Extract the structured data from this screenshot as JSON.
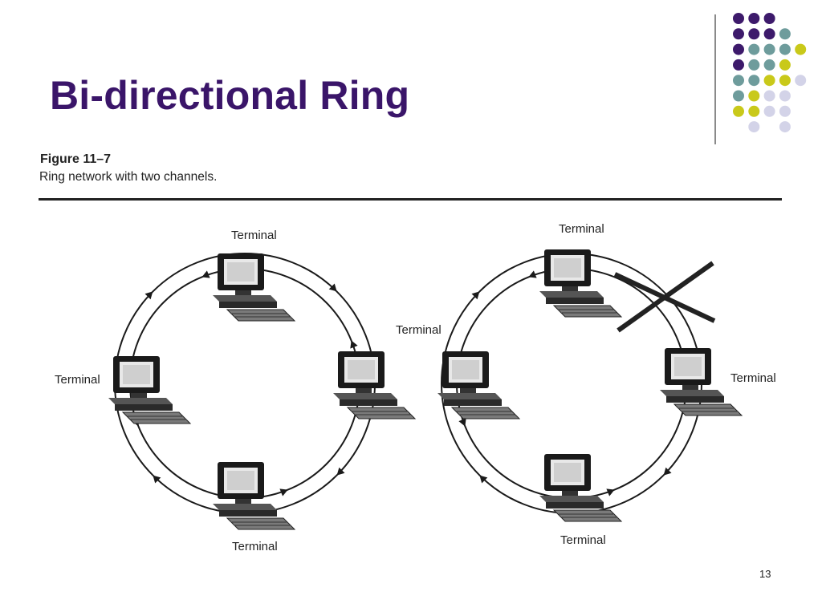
{
  "slide": {
    "title": "Bi-directional Ring",
    "page_number": "13"
  },
  "figure": {
    "label": "Figure 11–7",
    "caption": "Ring network with two channels."
  },
  "node_label": "Terminal",
  "colors": {
    "title": "#3a1569",
    "dot_purple": "#3d1a6b",
    "dot_teal": "#6e9c9c",
    "dot_yellow": "#c9c91a",
    "dot_lavender": "#d3d3e8"
  },
  "icons": [
    "computer-terminal-icon",
    "direction-arrow-icon",
    "break-cross-icon"
  ]
}
